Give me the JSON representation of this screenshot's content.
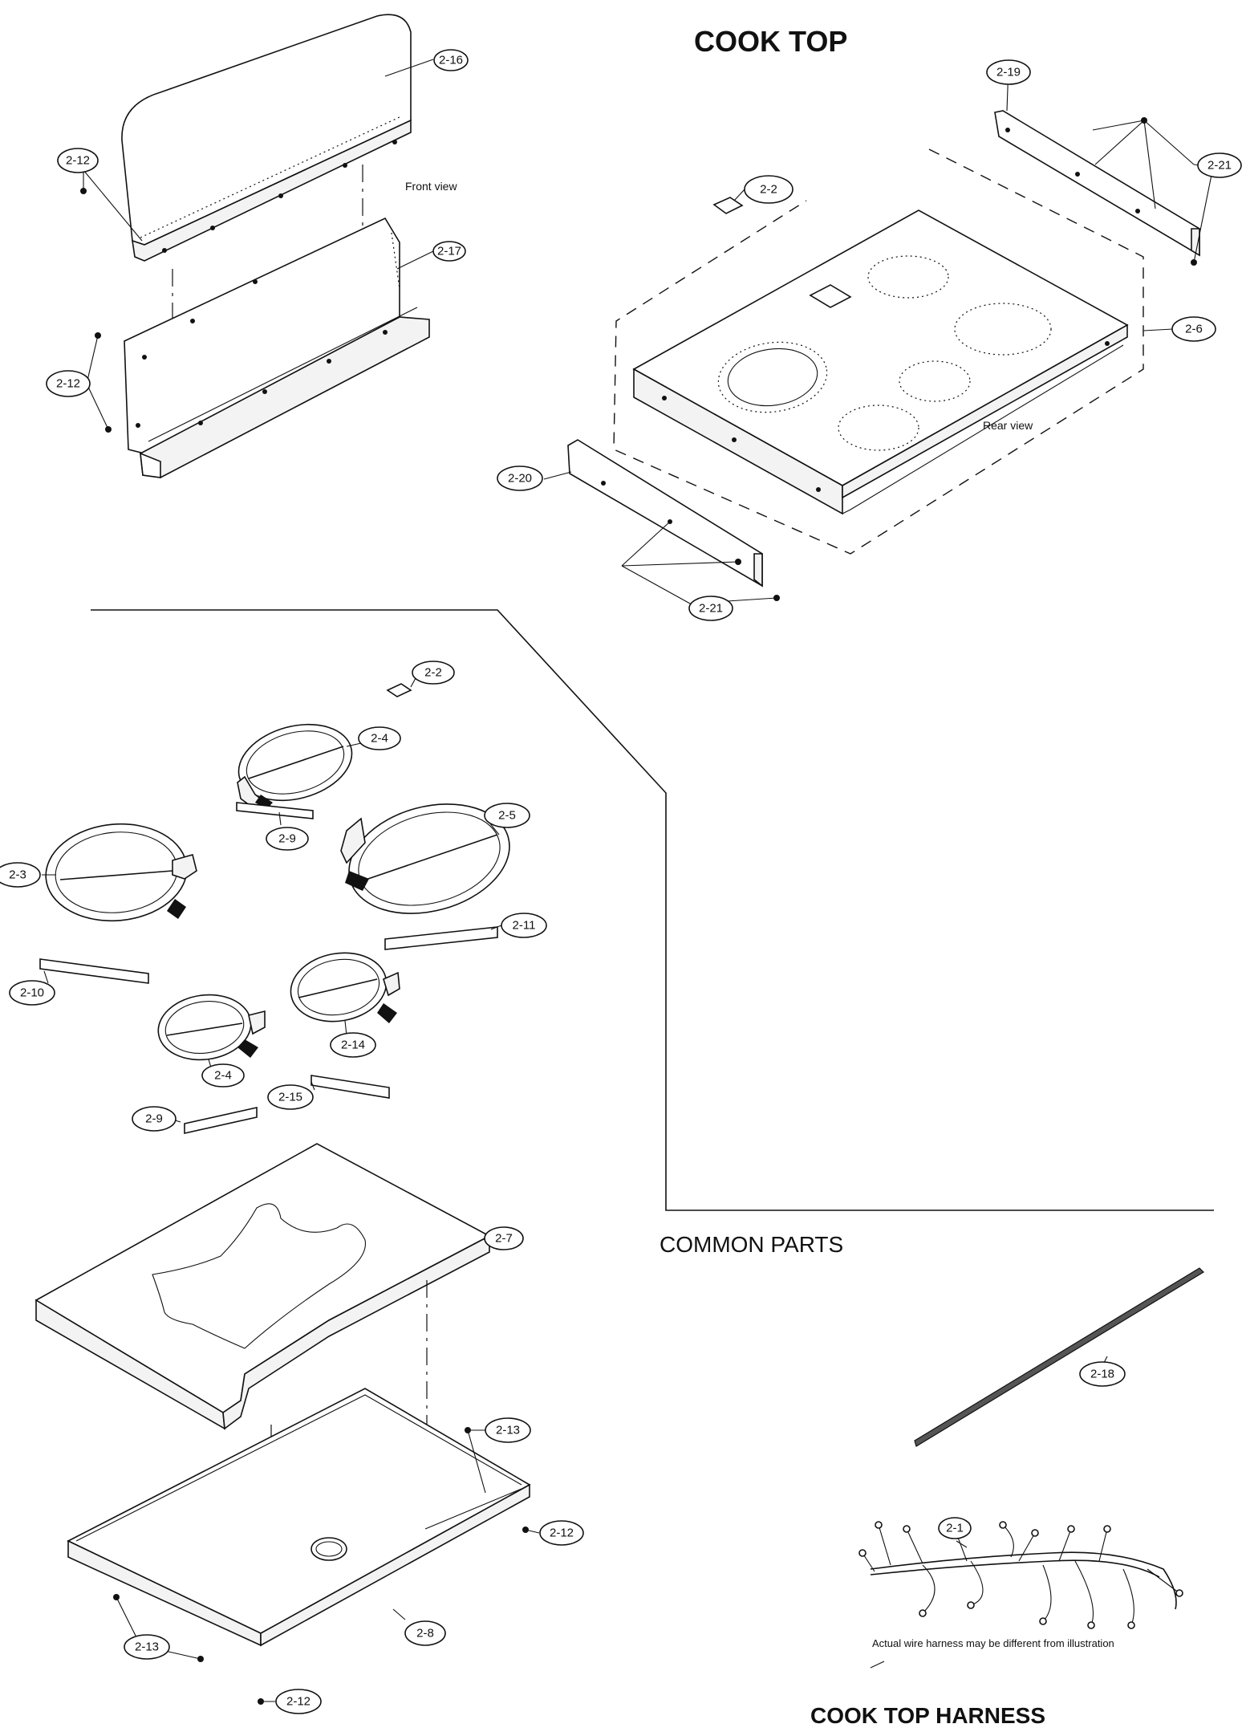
{
  "titles": {
    "cook_top": "COOK TOP",
    "common_parts": "COMMON PARTS",
    "cook_top_harness": "COOK TOP HARNESS"
  },
  "notes": {
    "front_view": "Front view",
    "rear_view": "Rear view",
    "harness_note": "Actual wire harness may be different from illustration"
  },
  "callouts": {
    "c_2_16": "2-16",
    "c_2_12_top": "2-12",
    "c_2_17": "2-17",
    "c_2_12_left": "2-12",
    "c_2_19": "2-19",
    "c_2_2_top": "2-2",
    "c_2_21_right": "2-21",
    "c_2_6": "2-6",
    "c_2_20": "2-20",
    "c_2_21_bottom": "2-21",
    "c_2_2_mid": "2-2",
    "c_2_4_top": "2-4",
    "c_2_5": "2-5",
    "c_2_9_top": "2-9",
    "c_2_3": "2-3",
    "c_2_11": "2-11",
    "c_2_10": "2-10",
    "c_2_14": "2-14",
    "c_2_4_bottom": "2-4",
    "c_2_15": "2-15",
    "c_2_9_bottom": "2-9",
    "c_2_7": "2-7",
    "c_2_18": "2-18",
    "c_2_13_right": "2-13",
    "c_2_12_right": "2-12",
    "c_2_1": "2-1",
    "c_2_8": "2-8",
    "c_2_13_left": "2-13",
    "c_2_12_bottom": "2-12"
  }
}
